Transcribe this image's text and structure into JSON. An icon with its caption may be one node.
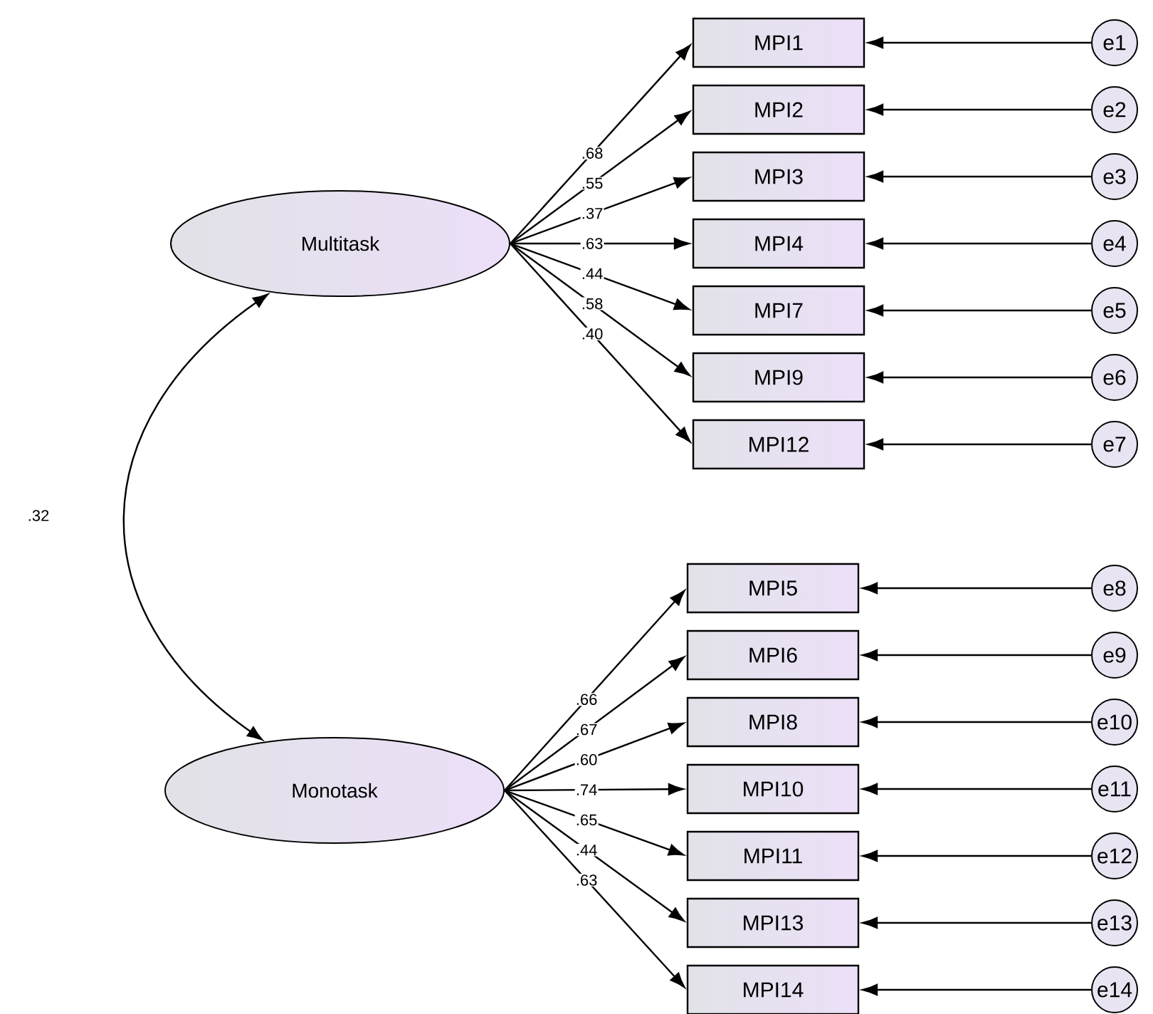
{
  "diagram": {
    "nodes": [
      {
        "text": [
          "Multitask"
        ]
      },
      {
        "text": [
          "MPI1"
        ]
      },
      {
        "text": [
          "MPI2"
        ]
      },
      {
        "text": [
          "MPI3"
        ]
      },
      {
        "text": [
          "MPI4"
        ]
      },
      {
        "text": [
          "MPI7"
        ]
      },
      {
        "text": [
          "MPI9"
        ]
      },
      {
        "text": [
          "MPI12"
        ]
      },
      {
        "text": [
          "e1"
        ]
      },
      {
        "text": [
          "e2"
        ]
      },
      {
        "text": [
          "e3"
        ]
      },
      {
        "text": [
          "e4"
        ]
      },
      {
        "text": [
          "e5"
        ]
      },
      {
        "text": [
          "e6"
        ]
      },
      {
        "text": [
          "e7"
        ]
      },
      {
        "text": [
          "Monotask"
        ]
      },
      {
        "text": [
          "MPI5"
        ]
      },
      {
        "text": [
          "MPI6"
        ]
      },
      {
        "text": [
          "MPI8"
        ]
      },
      {
        "text": [
          "MPI10"
        ]
      },
      {
        "text": [
          "MPI11"
        ]
      },
      {
        "text": [
          "MPI13"
        ]
      },
      {
        "text": [
          "MPI14"
        ]
      },
      {
        "text": [
          "e8"
        ]
      },
      {
        "text": [
          "e9"
        ]
      },
      {
        "text": [
          "e10"
        ]
      },
      {
        "text": [
          "e11"
        ]
      },
      {
        "text": [
          "e12"
        ]
      },
      {
        "text": [
          "e13"
        ]
      },
      {
        "text": [
          "e14"
        ]
      }
    ],
    "edges": [
      {
        "from": 0,
        "to": 1,
        "arrow": "to",
        "label": ".68"
      },
      {
        "from": 0,
        "to": 2,
        "arrow": "to",
        "label": ".55"
      },
      {
        "from": 0,
        "to": 3,
        "arrow": "to",
        "label": ".37"
      },
      {
        "from": 0,
        "to": 4,
        "arrow": "to",
        "label": ".63"
      },
      {
        "from": 0,
        "to": 5,
        "arrow": "to",
        "label": ".44"
      },
      {
        "from": 0,
        "to": 6,
        "arrow": "to",
        "label": ".58"
      },
      {
        "from": 0,
        "to": 7,
        "arrow": "to",
        "label": ".40"
      },
      {
        "from": 8,
        "to": 1,
        "arrow": "to"
      },
      {
        "from": 9,
        "to": 2,
        "arrow": "to"
      },
      {
        "from": 10,
        "to": 3,
        "arrow": "to"
      },
      {
        "from": 11,
        "to": 4,
        "arrow": "to"
      },
      {
        "from": 12,
        "to": 5,
        "arrow": "to"
      },
      {
        "from": 13,
        "to": 6,
        "arrow": "to"
      },
      {
        "from": 14,
        "to": 7,
        "arrow": "to"
      },
      {
        "from": 0,
        "to": 15,
        "arrow": "both",
        "label": ".32"
      },
      {
        "from": 15,
        "to": 16,
        "arrow": "to",
        "label": ".66"
      },
      {
        "from": 15,
        "to": 17,
        "arrow": "to",
        "label": ".67"
      },
      {
        "from": 15,
        "to": 18,
        "arrow": "to",
        "label": ".60"
      },
      {
        "from": 15,
        "to": 19,
        "arrow": "to",
        "label": ".74"
      },
      {
        "from": 15,
        "to": 20,
        "arrow": "to",
        "label": ".65"
      },
      {
        "from": 15,
        "to": 21,
        "arrow": "to",
        "label": ".44"
      },
      {
        "from": 15,
        "to": 22,
        "arrow": "to",
        "label": ".63"
      },
      {
        "from": 23,
        "to": 16,
        "arrow": "to"
      },
      {
        "from": 24,
        "to": 17,
        "arrow": "to"
      },
      {
        "from": 25,
        "to": 18,
        "arrow": "to"
      },
      {
        "from": 26,
        "to": 19,
        "arrow": "to"
      },
      {
        "from": 27,
        "to": 20,
        "arrow": "to"
      },
      {
        "from": 28,
        "to": 21,
        "arrow": "to"
      },
      {
        "from": 29,
        "to": 22,
        "arrow": "to"
      }
    ]
  }
}
